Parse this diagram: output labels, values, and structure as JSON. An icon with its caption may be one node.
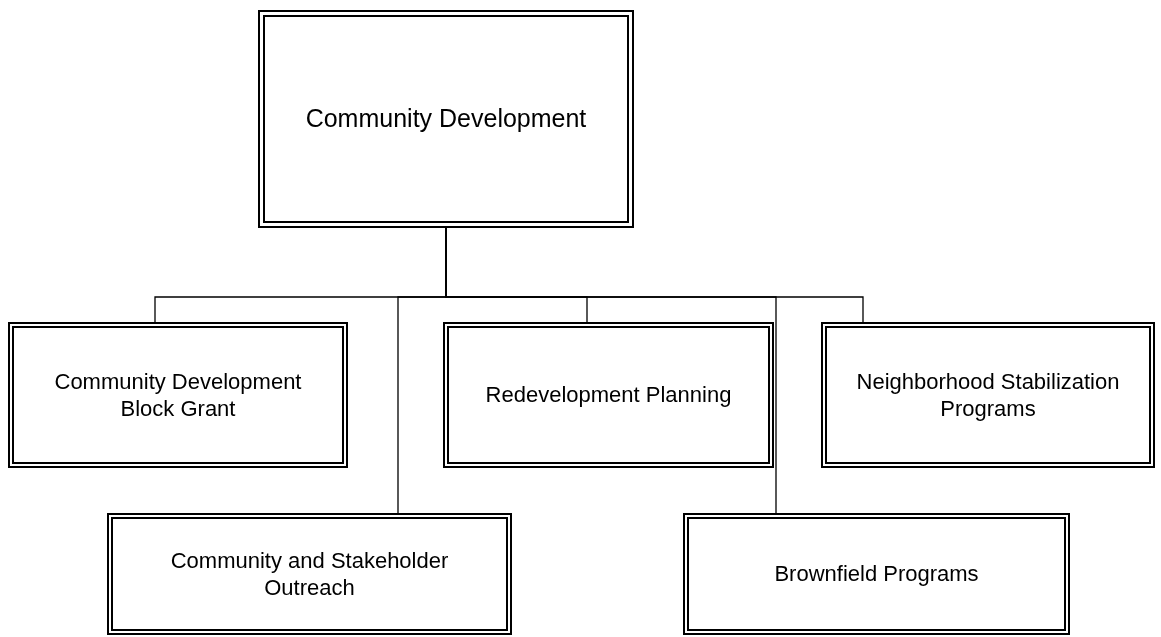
{
  "diagram": {
    "nodes": [
      {
        "text": [
          "Community Development"
        ]
      },
      {
        "text": [
          "Community Development Block Grant"
        ]
      },
      {
        "text": [
          "Redevelopment Planning"
        ]
      },
      {
        "text": [
          "Neighborhood Stabilization Programs"
        ]
      },
      {
        "text": [
          "Community and Stakeholder Outreach"
        ]
      },
      {
        "text": [
          "Brownfield Programs"
        ]
      }
    ],
    "edges": [
      {
        "from": 0,
        "to": 1,
        "arrow": "none"
      },
      {
        "from": 0,
        "to": 2,
        "arrow": "none"
      },
      {
        "from": 0,
        "to": 3,
        "arrow": "none"
      },
      {
        "from": 0,
        "to": 4,
        "arrow": "none"
      },
      {
        "from": 0,
        "to": 5,
        "arrow": "none"
      }
    ]
  }
}
